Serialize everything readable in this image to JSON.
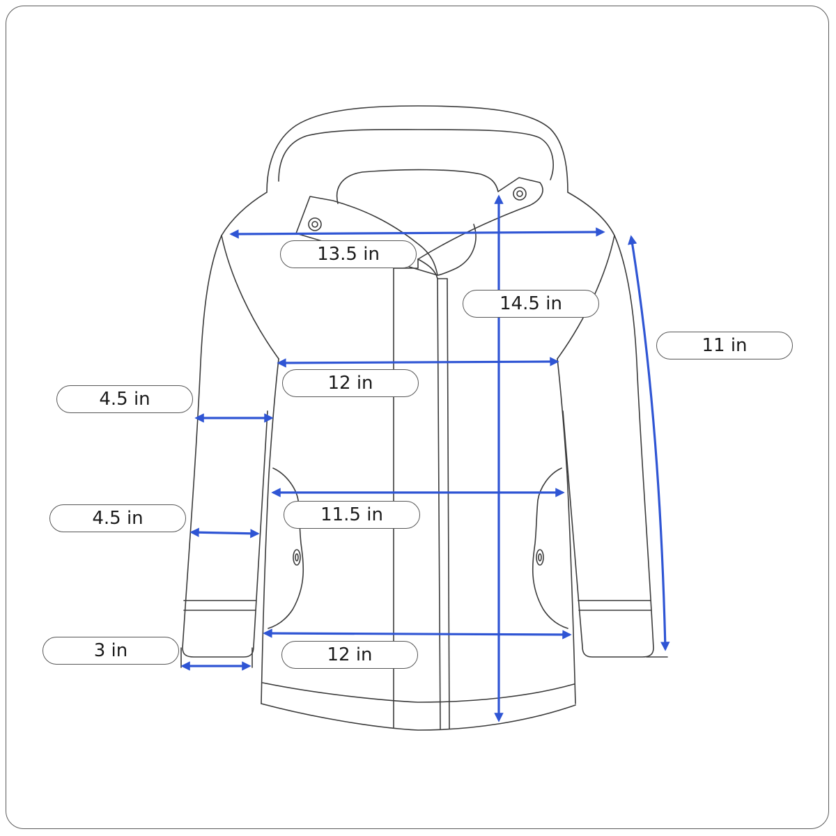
{
  "diagram": {
    "subject": "jacket-size-chart",
    "accent_color": "#2f55d4",
    "outline_color": "#3a3a3a",
    "measurements": {
      "shoulder": "13.5 in",
      "length": "14.5 in",
      "sleeve": "11 in",
      "chest": "12 in",
      "upper_arm": "4.5 in",
      "forearm": "4.5 in",
      "waist": "11.5 in",
      "hem": "12 in",
      "cuff": "3 in"
    }
  }
}
